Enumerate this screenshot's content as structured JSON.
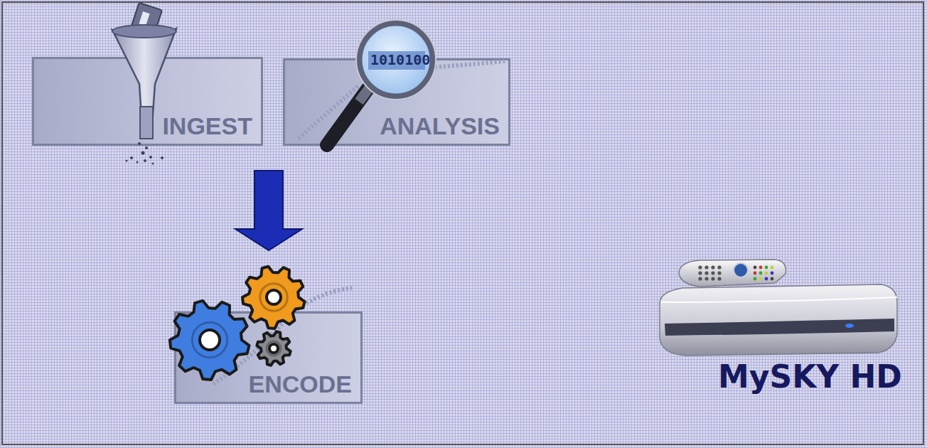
{
  "diagram": {
    "nodes": [
      {
        "text": [
          "INGEST"
        ]
      },
      {
        "text": [
          "ANALYSIS"
        ]
      },
      {
        "text": [
          "ENCODE"
        ]
      }
    ],
    "edges": [
      {
        "from": 0,
        "to": 2,
        "arrow": "to"
      }
    ],
    "labels": [
      "1010100",
      "MySKY HD"
    ]
  }
}
